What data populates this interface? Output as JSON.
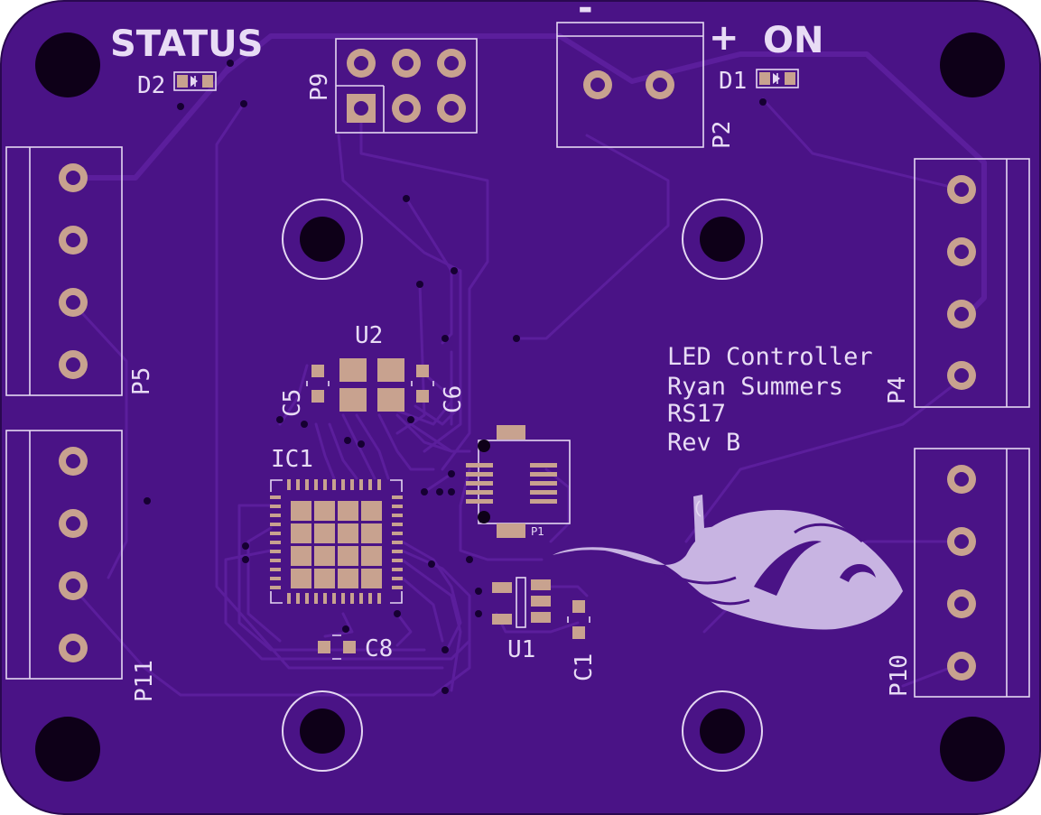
{
  "board": {
    "substrate_color": "#4a1386",
    "silkscreen_color": "#e4d7f2",
    "copper_color": "#c8a28f",
    "trace_color": "#5b1e9c",
    "hole_color": "#0e0018"
  },
  "silkscreen": {
    "status": "STATUS",
    "on": "ON",
    "plus": "+",
    "minus": "-",
    "title_lines": [
      "LED Controller",
      "Ryan Summers",
      "RS17",
      "Rev B"
    ]
  },
  "refs": {
    "d1": "D1",
    "d2": "D2",
    "p1": "P1",
    "p2": "P2",
    "p4": "P4",
    "p5": "P5",
    "p9": "P9",
    "p10": "P10",
    "p11": "P11",
    "u1": "U1",
    "u2": "U2",
    "ic1": "IC1",
    "c1": "C1",
    "c5": "C5",
    "c6": "C6",
    "c8": "C8"
  }
}
